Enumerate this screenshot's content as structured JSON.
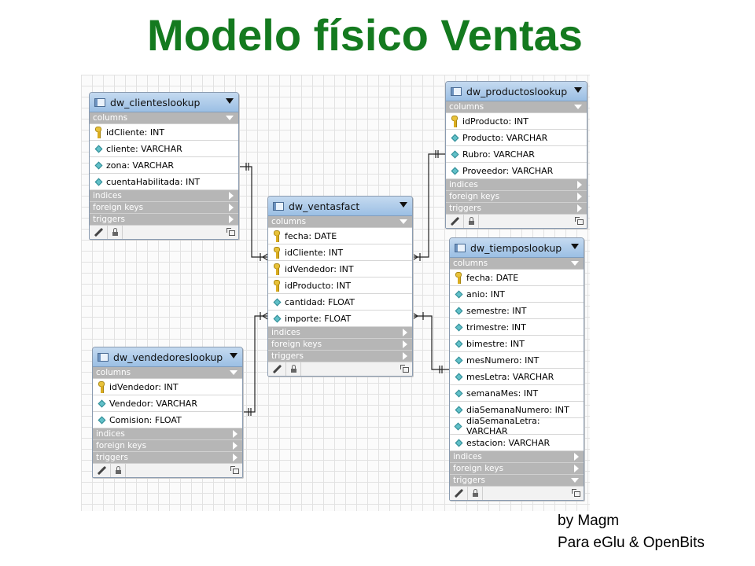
{
  "title": "Modelo físico Ventas",
  "credit": {
    "line1": "by Magm",
    "line2": "Para eGlu & OpenBits"
  },
  "sections": {
    "columns": "columns",
    "indices": "indices",
    "foreign_keys": "foreign keys",
    "triggers": "triggers"
  },
  "tables": {
    "clientes": {
      "name": "dw_clienteslookup",
      "columns": [
        {
          "label": "idCliente: INT",
          "key": true
        },
        {
          "label": "cliente: VARCHAR",
          "key": false
        },
        {
          "label": "zona: VARCHAR",
          "key": false
        },
        {
          "label": "cuentaHabilitada: INT",
          "key": false
        }
      ]
    },
    "productos": {
      "name": "dw_productoslookup",
      "columns": [
        {
          "label": "idProducto: INT",
          "key": true
        },
        {
          "label": "Producto: VARCHAR",
          "key": false
        },
        {
          "label": "Rubro: VARCHAR",
          "key": false
        },
        {
          "label": "Proveedor: VARCHAR",
          "key": false
        }
      ]
    },
    "ventas": {
      "name": "dw_ventasfact",
      "columns": [
        {
          "label": "fecha: DATE",
          "key": true
        },
        {
          "label": "idCliente: INT",
          "key": true
        },
        {
          "label": "idVendedor: INT",
          "key": true
        },
        {
          "label": "idProducto: INT",
          "key": true
        },
        {
          "label": "cantidad: FLOAT",
          "key": false
        },
        {
          "label": "importe: FLOAT",
          "key": false
        }
      ]
    },
    "vendedores": {
      "name": "dw_vendedoreslookup",
      "columns": [
        {
          "label": "idVendedor: INT",
          "key": true
        },
        {
          "label": "Vendedor: VARCHAR",
          "key": false
        },
        {
          "label": "Comision: FLOAT",
          "key": false
        }
      ]
    },
    "tiempos": {
      "name": "dw_tiemposlookup",
      "columns": [
        {
          "label": "fecha: DATE",
          "key": true
        },
        {
          "label": "anio: INT",
          "key": false
        },
        {
          "label": "semestre: INT",
          "key": false
        },
        {
          "label": "trimestre: INT",
          "key": false
        },
        {
          "label": "bimestre: INT",
          "key": false
        },
        {
          "label": "mesNumero: INT",
          "key": false
        },
        {
          "label": "mesLetra: VARCHAR",
          "key": false
        },
        {
          "label": "semanaMes: INT",
          "key": false
        },
        {
          "label": "diaSemanaNumero: INT",
          "key": false
        },
        {
          "label": "diaSemanaLetra: VARCHAR",
          "key": false
        },
        {
          "label": "estacion: VARCHAR",
          "key": false
        }
      ]
    }
  }
}
